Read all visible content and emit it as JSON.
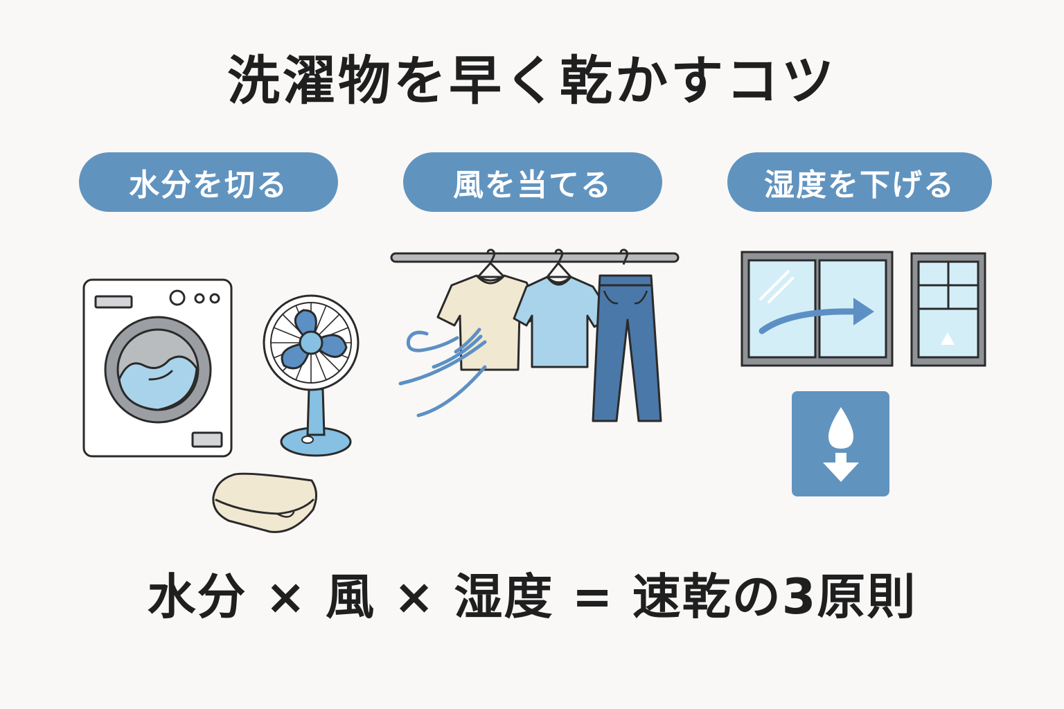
{
  "title": "洗濯物を早く乾かすコツ",
  "categories": [
    {
      "label": "水分を切る",
      "icons": [
        "washing-machine-icon",
        "electric-fan-icon",
        "folded-towel-icon"
      ]
    },
    {
      "label": "風を当てる",
      "icons": [
        "hanging-clothes-icon",
        "wind-icon"
      ]
    },
    {
      "label": "湿度を下げる",
      "icons": [
        "window-icon",
        "humidity-down-icon"
      ]
    }
  ],
  "formula": "水分 × 風 × 湿度 = 速乾の3原則",
  "colors": {
    "background": "#f9f8f6",
    "accent": "#6193bf",
    "text": "#1f1f1f",
    "light_blue": "#a9d3ea",
    "navy": "#4a78a8",
    "beige": "#f1e8d2"
  }
}
